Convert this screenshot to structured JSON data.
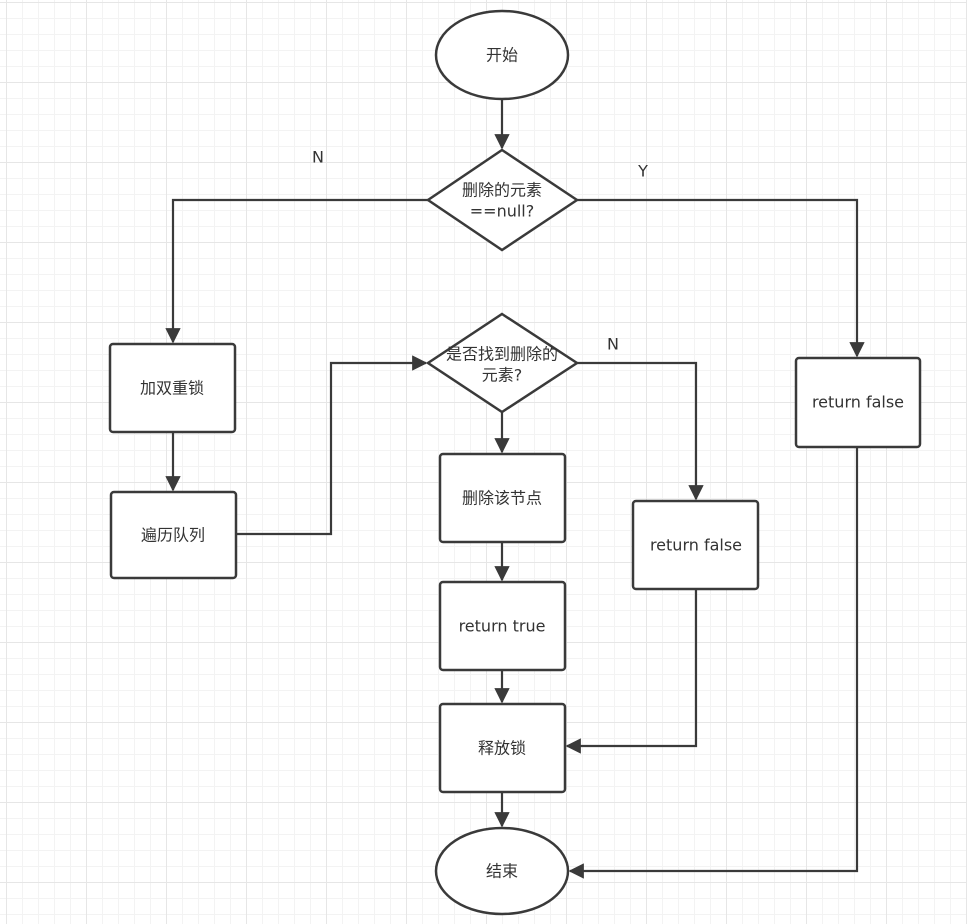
{
  "nodes": {
    "start": "开始",
    "decision_null": [
      "删除的元素",
      "==null?"
    ],
    "double_lock": "加双重锁",
    "traverse_queue": "遍历队列",
    "decision_found": [
      "是否找到删除的",
      "元素?"
    ],
    "delete_node": "删除该节点",
    "return_true": "return true",
    "return_false_mid": "return false",
    "return_false_right": "return false",
    "release_lock": "释放锁",
    "end": "结束"
  },
  "edge_labels": {
    "null_no": "N",
    "null_yes": "Y",
    "found_no": "N"
  },
  "colors": {
    "stroke": "#3a3a3a",
    "fill": "#ffffff",
    "text": "#333333",
    "grid": "#e6e6e6"
  }
}
